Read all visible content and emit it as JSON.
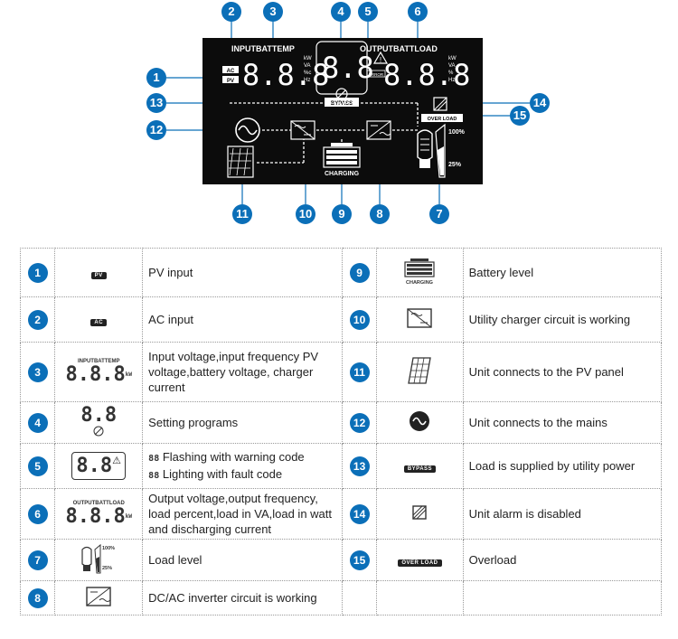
{
  "lcd": {
    "input_header": "INPUTBATTEMP",
    "output_header": "OUTPUTBATTLOAD",
    "ac_tag": "AC",
    "pv_tag": "PV",
    "digits3": "8.8.8",
    "digits2": "8.8",
    "units_in": [
      "kW",
      "VA",
      "%c",
      "Hz"
    ],
    "units_out": [
      "kW",
      "VA",
      "%",
      "Hz"
    ],
    "error_tag": "ERROR",
    "bypass_tag": "BYPASS",
    "overload_tag": "OVER LOAD",
    "charging_tag": "CHARGING",
    "pct_high": "100%",
    "pct_low": "25%"
  },
  "callouts": [
    "1",
    "2",
    "3",
    "4",
    "5",
    "6",
    "7",
    "8",
    "9",
    "10",
    "11",
    "12",
    "13",
    "14",
    "15"
  ],
  "legend": [
    {
      "num": "1",
      "text": "PV input",
      "icon": "pv-badge-icon"
    },
    {
      "num": "2",
      "text": "AC input",
      "icon": "ac-badge-icon"
    },
    {
      "num": "3",
      "text": "Input voltage,input frequency PV voltage,battery voltage, charger current",
      "icon": "input-display-icon"
    },
    {
      "num": "4",
      "text": "Setting programs",
      "icon": "setting-digits-icon"
    },
    {
      "num": "5",
      "text_a": "Flashing with warning code",
      "text_b": "Lighting with fault code",
      "icon": "warning-digits-icon"
    },
    {
      "num": "6",
      "text": "Output voltage,output frequency, load percent,load in VA,load in watt and discharging current",
      "icon": "output-display-icon"
    },
    {
      "num": "7",
      "text": "Load level",
      "icon": "load-level-icon"
    },
    {
      "num": "8",
      "text": "DC/AC inverter circuit is working",
      "icon": "inverter-icon"
    },
    {
      "num": "9",
      "text": "Battery level",
      "icon": "battery-icon"
    },
    {
      "num": "10",
      "text": "Utility charger circuit is working",
      "icon": "charger-icon"
    },
    {
      "num": "11",
      "text": "Unit connects to the PV panel",
      "icon": "solar-panel-icon"
    },
    {
      "num": "12",
      "text": "Unit connects to the mains",
      "icon": "mains-icon"
    },
    {
      "num": "13",
      "text": "Load is supplied by utility power",
      "icon": "bypass-badge-icon"
    },
    {
      "num": "14",
      "text": "Unit alarm is disabled",
      "icon": "alarm-disabled-icon"
    },
    {
      "num": "15",
      "text": "Overload",
      "icon": "overload-badge-icon"
    }
  ],
  "legend_icon_text": {
    "pv": "PV",
    "ac": "AC",
    "input_header": "INPUTBATTEMP",
    "output_header": "OUTPUTBATTLOAD",
    "charging": "CHARGING",
    "bypass": "BYPASS",
    "overload": "OVER LOAD",
    "pct_high": "100%",
    "pct_low": "25%"
  }
}
